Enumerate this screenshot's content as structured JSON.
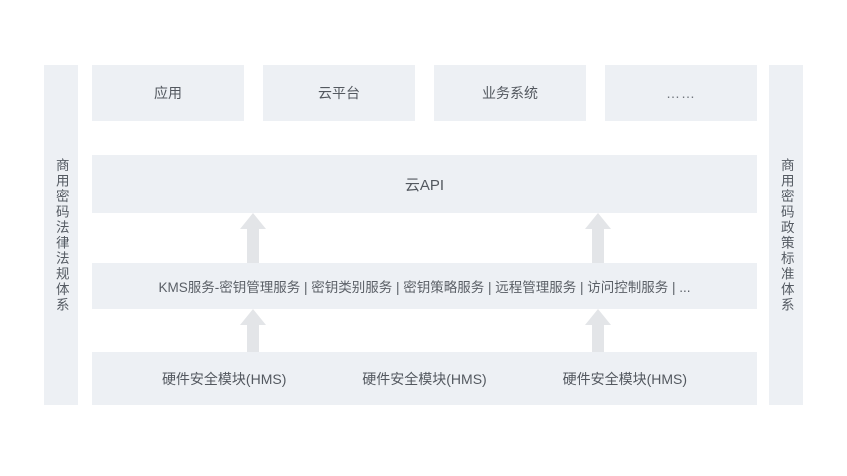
{
  "diagram": {
    "type": "layered-architecture",
    "background_color": "#ffffff",
    "panel_color": "#edf0f4",
    "arrow_color": "#e3e5e8",
    "text_color": "#53585f"
  },
  "rails": {
    "left": {
      "label": "商用密码法律法规体系"
    },
    "right": {
      "label": "商用密码政策标准体系"
    }
  },
  "layers": {
    "applications": {
      "boxes": [
        {
          "label": "应用"
        },
        {
          "label": "云平台"
        },
        {
          "label": "业务系统"
        },
        {
          "label": "……"
        }
      ]
    },
    "api": {
      "label": "云API"
    },
    "kms": {
      "label": "KMS服务-密钥管理服务 | 密钥类别服务 | 密钥策略服务 | 远程管理服务 | 访问控制服务 | ..."
    },
    "hardware": {
      "modules": [
        {
          "label": "硬件安全模块(HMS)"
        },
        {
          "label": "硬件安全模块(HMS)"
        },
        {
          "label": "硬件安全模块(HMS)"
        }
      ]
    }
  },
  "arrows": {
    "upper": [
      {
        "name": "arrow-kms-to-api-left",
        "direction": "up"
      },
      {
        "name": "arrow-kms-to-api-right",
        "direction": "up"
      }
    ],
    "lower": [
      {
        "name": "arrow-hms-to-kms-left",
        "direction": "up"
      },
      {
        "name": "arrow-hms-to-kms-right",
        "direction": "up"
      }
    ]
  }
}
